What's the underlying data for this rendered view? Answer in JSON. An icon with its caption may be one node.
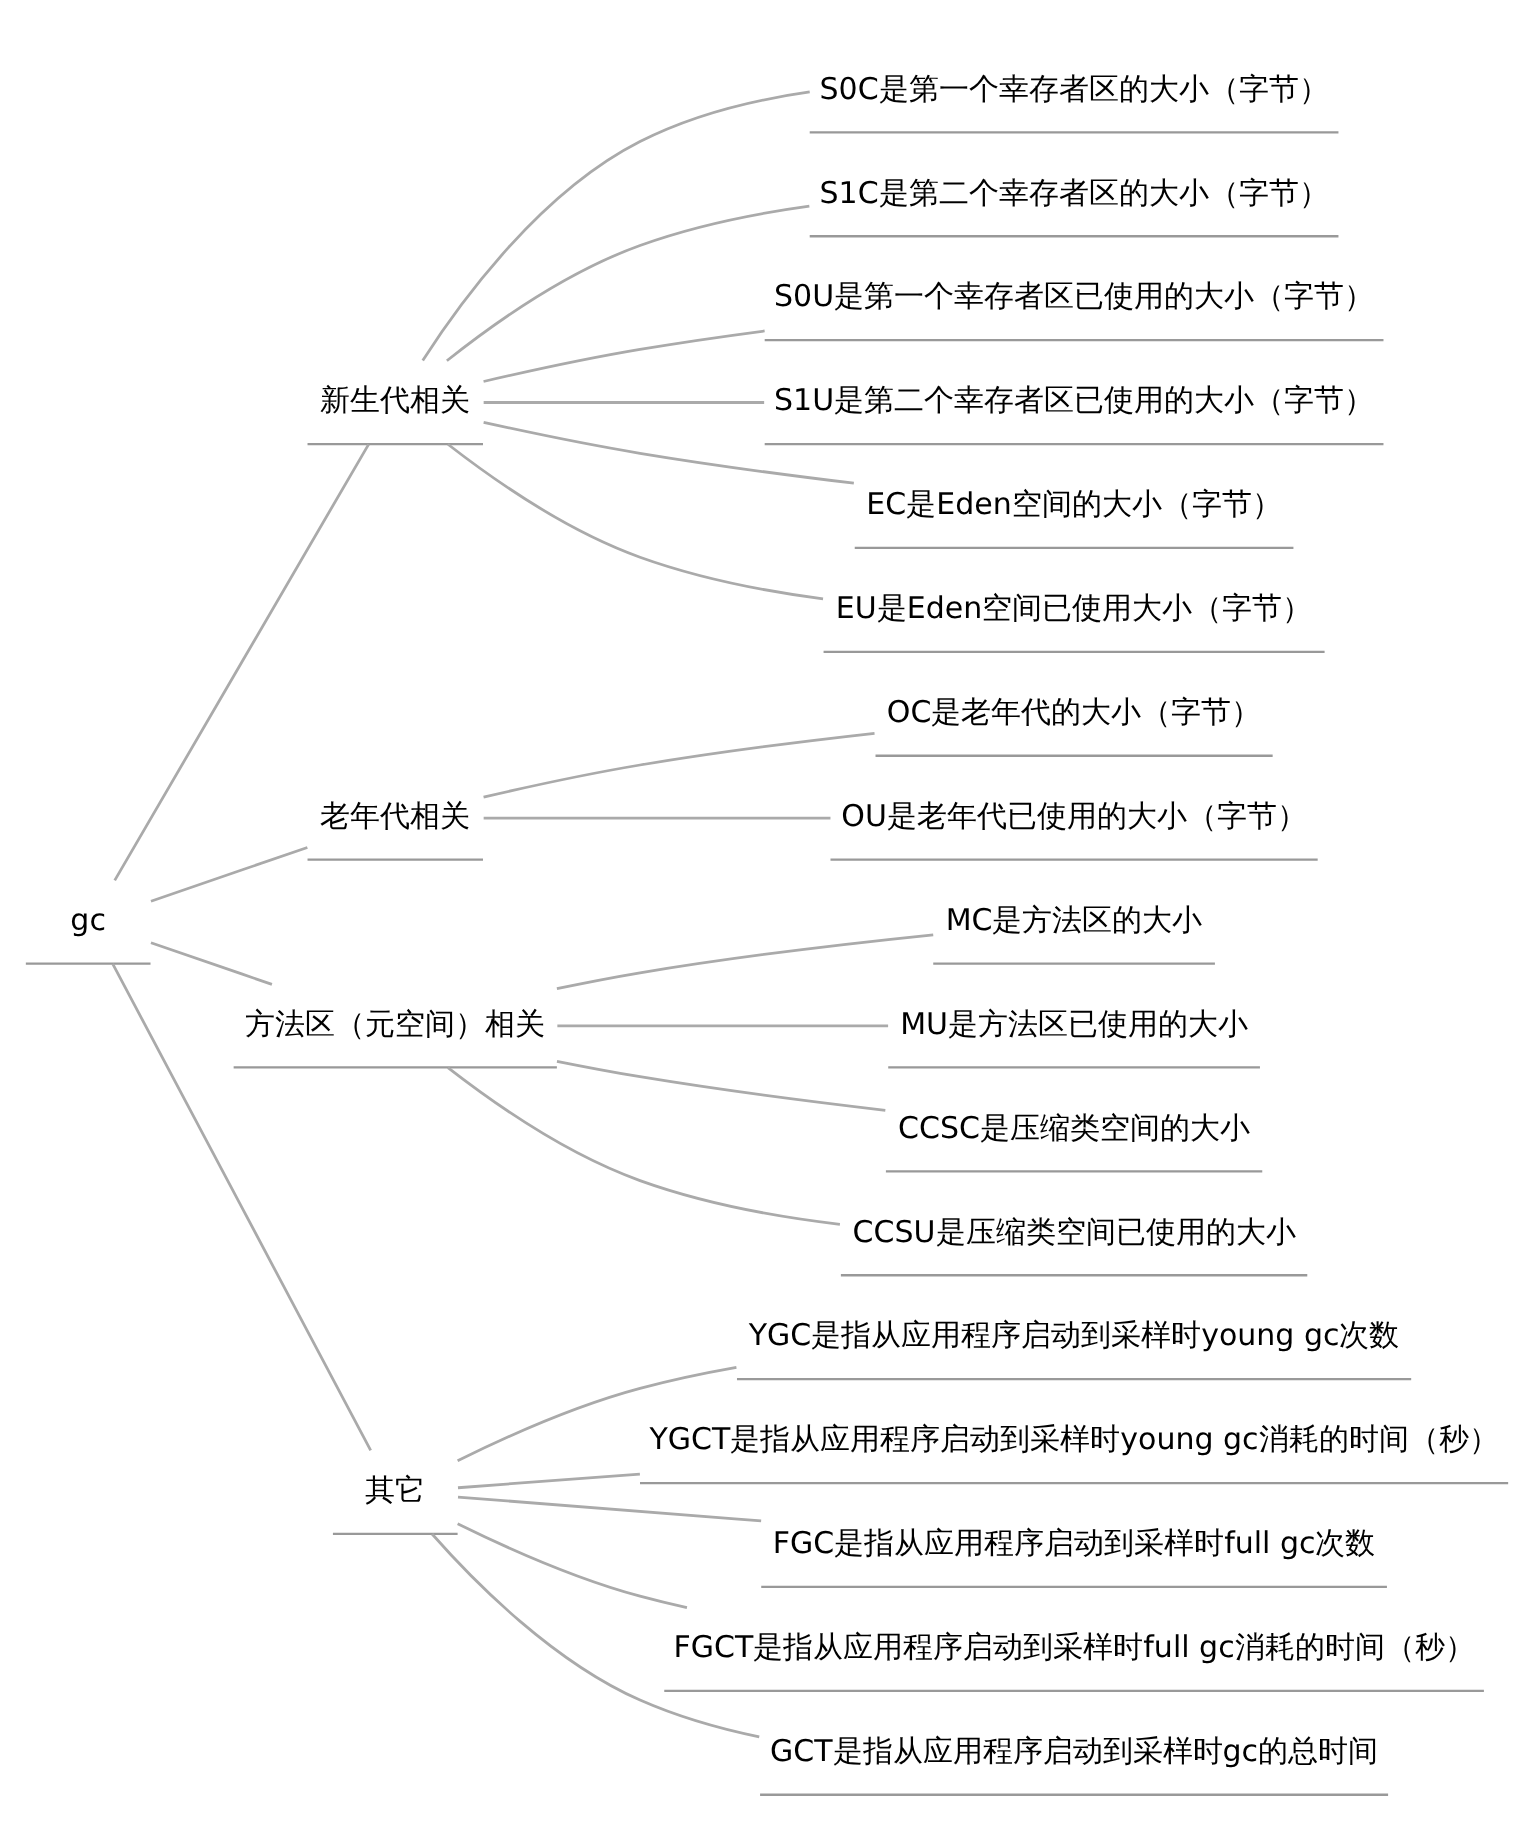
{
  "diagram": {
    "nodes": [
      {
        "text": [
          "gc"
        ]
      },
      {
        "text": [
          "新生代相关"
        ]
      },
      {
        "text": [
          "S0C是第一个幸存者区的大小（字节）"
        ]
      },
      {
        "text": [
          "S1C是第二个幸存者区的大小（字节）"
        ]
      },
      {
        "text": [
          "S0U是第一个幸存者区已使用的大小（字节）"
        ]
      },
      {
        "text": [
          "S1U是第二个幸存者区已使用的大小（字节）"
        ]
      },
      {
        "text": [
          "EC是Eden空间的大小（字节）"
        ]
      },
      {
        "text": [
          "EU是Eden空间已使用大小（字节）"
        ]
      },
      {
        "text": [
          "老年代相关"
        ]
      },
      {
        "text": [
          "OC是老年代的大小（字节）"
        ]
      },
      {
        "text": [
          "OU是老年代已使用的大小（字节）"
        ]
      },
      {
        "text": [
          "方法区（元空间）相关"
        ]
      },
      {
        "text": [
          "MC是方法区的大小"
        ]
      },
      {
        "text": [
          "MU是方法区已使用的大小"
        ]
      },
      {
        "text": [
          "CCSC是压缩类空间的大小"
        ]
      },
      {
        "text": [
          "CCSU是压缩类空间已使用的大小"
        ]
      },
      {
        "text": [
          "其它"
        ]
      },
      {
        "text": [
          "YGC是指从应用程序启动到采样时young gc次数"
        ]
      },
      {
        "text": [
          "YGCT是指从应用程序启动到采样时young gc消耗的时间（秒）"
        ]
      },
      {
        "text": [
          "FGC是指从应用程序启动到采样时full gc次数"
        ]
      },
      {
        "text": [
          "FGCT是指从应用程序启动到采样时full gc消耗的时间（秒）"
        ]
      },
      {
        "text": [
          "GCT是指从应用程序启动到采样时gc的总时间"
        ]
      }
    ],
    "edges": [
      {
        "from": 0,
        "to": 1,
        "arrow": "none"
      },
      {
        "from": 1,
        "to": 2,
        "arrow": "none"
      },
      {
        "from": 1,
        "to": 3,
        "arrow": "none"
      },
      {
        "from": 1,
        "to": 4,
        "arrow": "none"
      },
      {
        "from": 1,
        "to": 5,
        "arrow": "none"
      },
      {
        "from": 1,
        "to": 6,
        "arrow": "none"
      },
      {
        "from": 1,
        "to": 7,
        "arrow": "none"
      },
      {
        "from": 0,
        "to": 8,
        "arrow": "none"
      },
      {
        "from": 8,
        "to": 9,
        "arrow": "none"
      },
      {
        "from": 8,
        "to": 10,
        "arrow": "none"
      },
      {
        "from": 0,
        "to": 11,
        "arrow": "none"
      },
      {
        "from": 11,
        "to": 12,
        "arrow": "none"
      },
      {
        "from": 11,
        "to": 13,
        "arrow": "none"
      },
      {
        "from": 11,
        "to": 14,
        "arrow": "none"
      },
      {
        "from": 11,
        "to": 15,
        "arrow": "none"
      },
      {
        "from": 0,
        "to": 16,
        "arrow": "none"
      },
      {
        "from": 16,
        "to": 17,
        "arrow": "none"
      },
      {
        "from": 16,
        "to": 18,
        "arrow": "none"
      },
      {
        "from": 16,
        "to": 19,
        "arrow": "none"
      },
      {
        "from": 16,
        "to": 20,
        "arrow": "none"
      },
      {
        "from": 16,
        "to": 21,
        "arrow": "none"
      }
    ]
  }
}
